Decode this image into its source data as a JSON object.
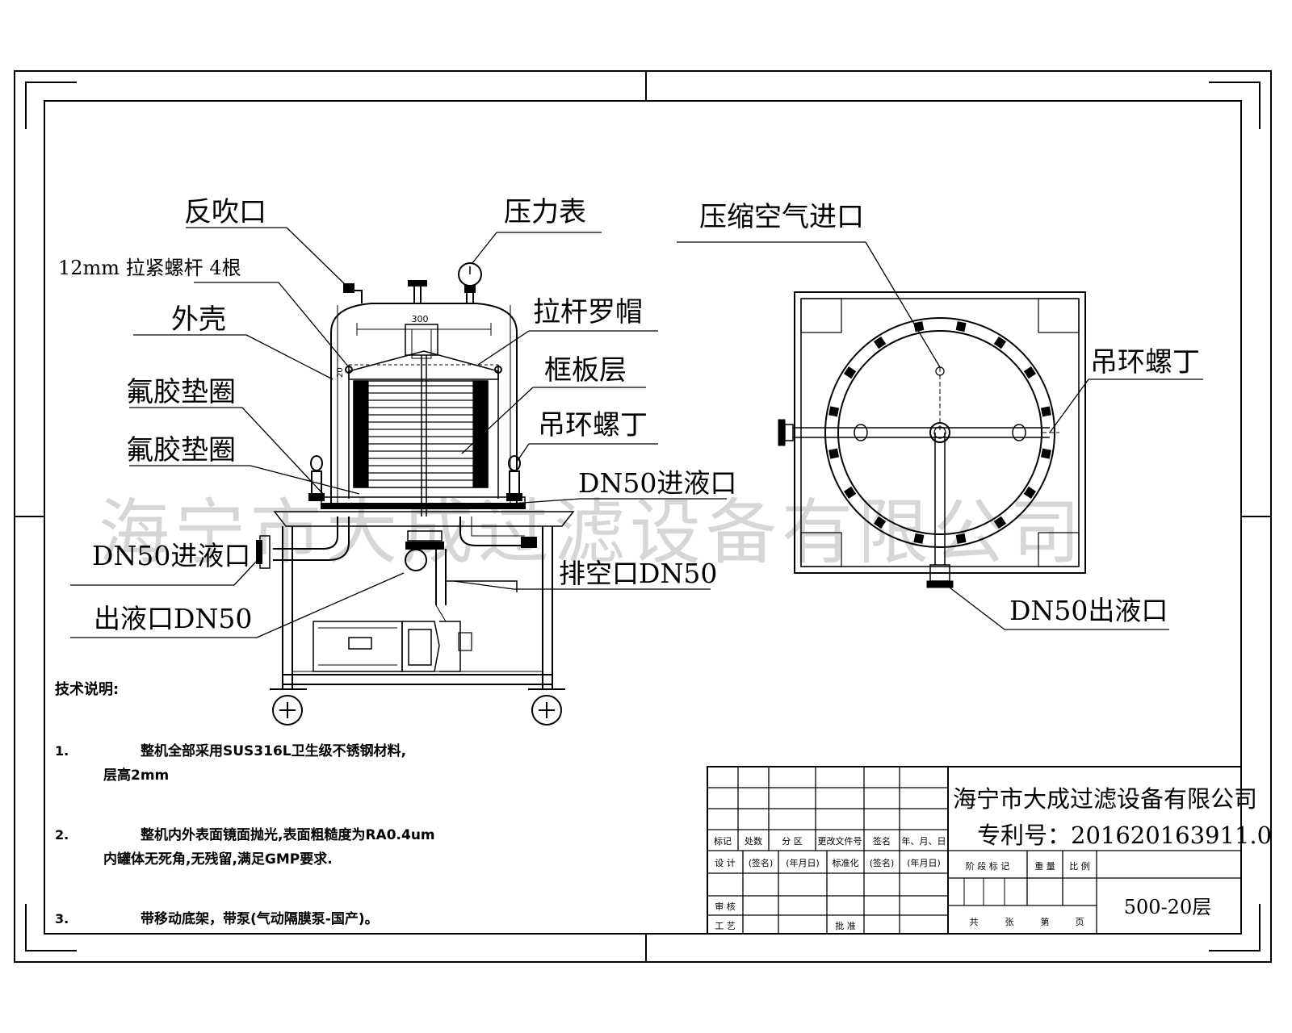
{
  "watermark": "海宁市大成过滤设备有限公司",
  "left_view": {
    "dimension_300": "300",
    "dimension_20": "20",
    "labels": {
      "backblow": "反吹口",
      "tie_rods": "12mm 拉紧螺杆  4根",
      "shell": "外壳",
      "gasket_1": "氟胶垫圈",
      "gasket_2": "氟胶垫圈",
      "inlet": "DN50进液口",
      "outlet": "出液口DN50",
      "pressure_gauge": "压力表",
      "tie_rod_nut": "拉杆罗帽",
      "frame_layer": "框板层",
      "lifting_eye_bolt": "吊环螺丁",
      "center_inlet": "DN50进液口",
      "vent": "排空口DN50"
    }
  },
  "right_view": {
    "labels": {
      "compressed_air": "压缩空气进口",
      "lifting_eye_bolt": "吊环螺丁",
      "outlet": "DN50出液口"
    }
  },
  "notes": {
    "title": "技术说明:",
    "items": [
      {
        "num": "1.",
        "line1": "整机全部采用SUS316L卫生级不锈钢材料,",
        "line2": "层高2mm"
      },
      {
        "num": "2.",
        "line1": "整机内外表面镜面抛光,表面粗糙度为RA0.4um",
        "line2": "内罐体无死角,无残留,满足GMP要求."
      },
      {
        "num": "3.",
        "line1": "带移动底架，带泵(气动隔膜泵-国产)。",
        "line2": ""
      }
    ]
  },
  "title_block": {
    "company": "海宁市大成过滤设备有限公司",
    "patent": "专利号：201620163911.0",
    "model": "500-20层",
    "revision_headers": [
      "标记",
      "处数",
      "分 区",
      "更改文件号",
      "签名",
      "年、月、日"
    ],
    "design_row": [
      "设 计",
      "(签名)",
      "(年月日)",
      "标准化",
      "(签名)",
      "(年月日)"
    ],
    "stage_headers": [
      "阶 段 标 记",
      "重 量",
      "比 例"
    ],
    "review": "审 核",
    "process": "工 艺",
    "approve": "批 准",
    "sheet_info": [
      "共",
      "张",
      "第",
      "页"
    ]
  }
}
